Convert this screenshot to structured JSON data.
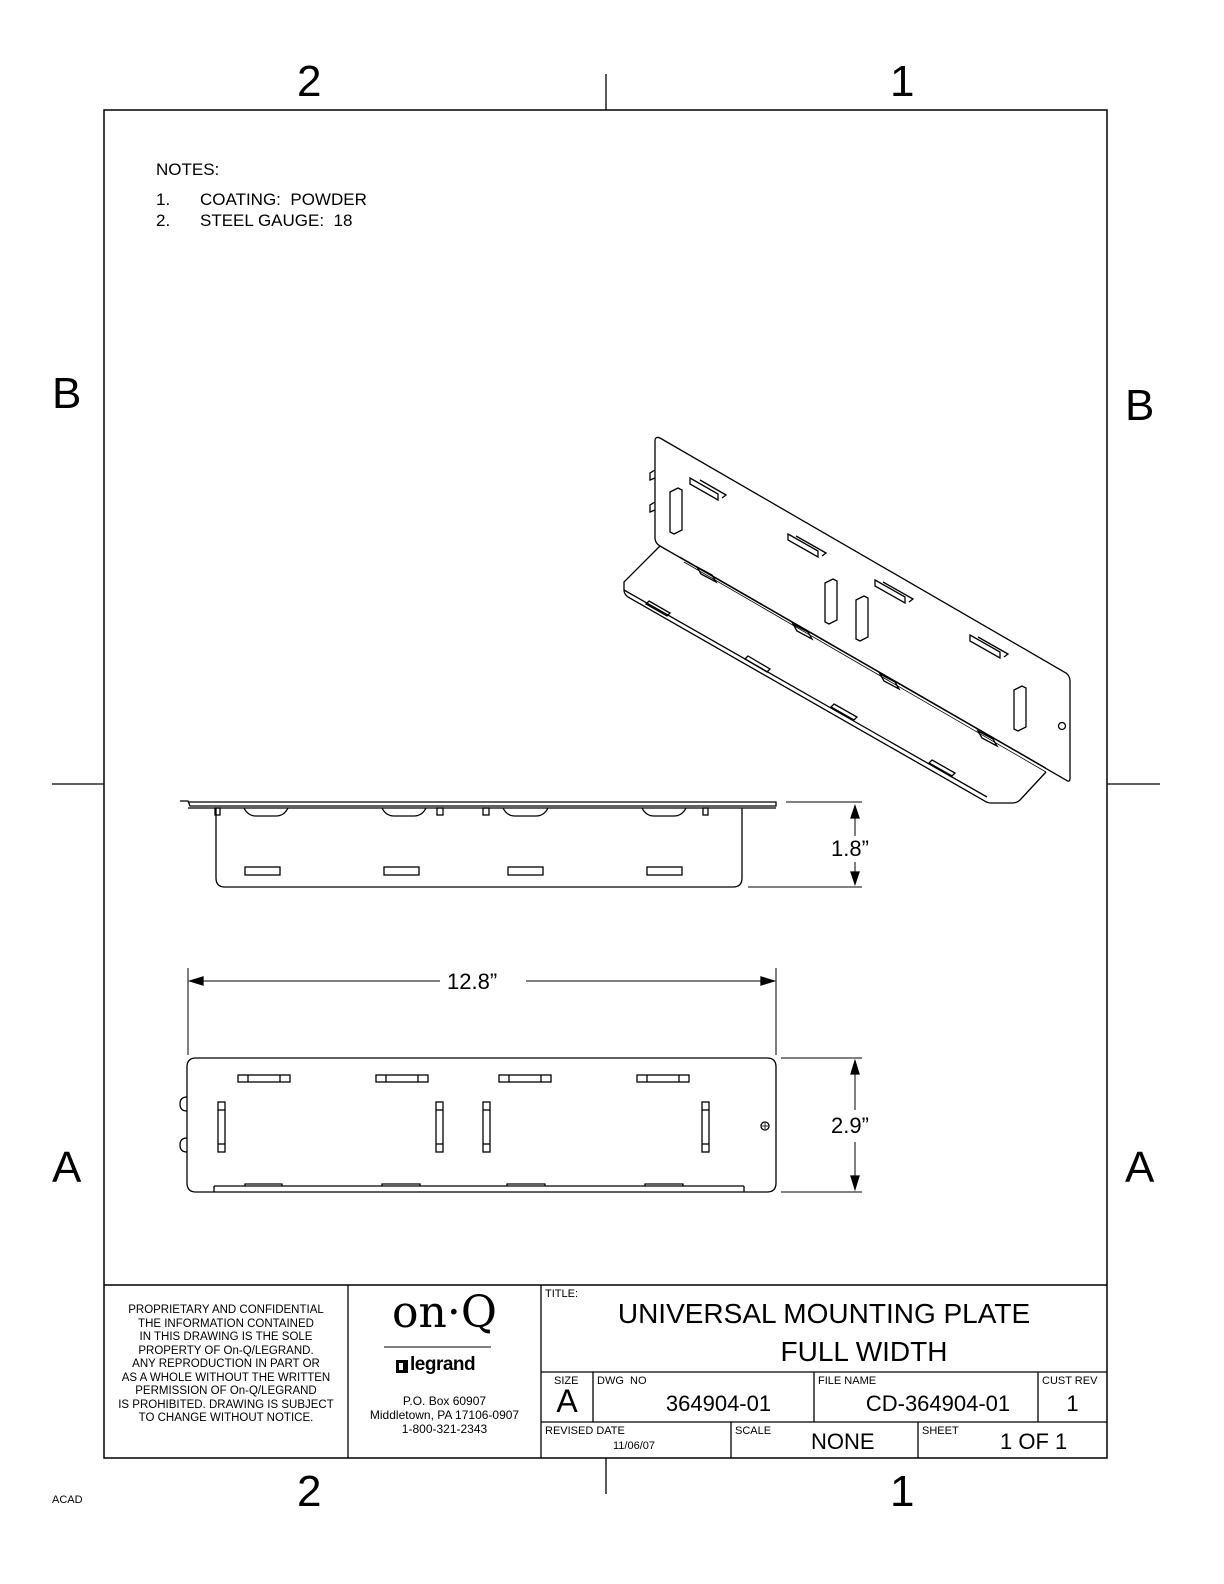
{
  "zones": {
    "top_left": "2",
    "top_right": "1",
    "bottom_left": "2",
    "bottom_right": "1",
    "left_upper": "B",
    "left_lower": "A",
    "right_upper": "B",
    "right_lower": "A"
  },
  "notes": {
    "heading": "NOTES:",
    "items": [
      {
        "num": "1.",
        "text": "COATING:  POWDER"
      },
      {
        "num": "2.",
        "text": "STEEL GAUGE:  18"
      }
    ]
  },
  "dimensions": {
    "height": "1.8”",
    "width": "12.8”",
    "depth": "2.9”"
  },
  "title_block": {
    "proprietary_lines": [
      "PROPRIETARY AND CONFIDENTIAL",
      "THE INFORMATION CONTAINED",
      "IN THIS DRAWING IS THE SOLE",
      "PROPERTY OF On-Q/LEGRAND.",
      "ANY REPRODUCTION IN PART OR",
      "AS A WHOLE WITHOUT THE WRITTEN",
      "PERMISSION OF On-Q/LEGRAND",
      "IS PROHIBITED. DRAWING IS SUBJECT",
      "TO CHANGE WITHOUT NOTICE."
    ],
    "logo_onq": "on·Q",
    "logo_legrand": "legrand",
    "address_lines": [
      "P.O. Box 60907",
      "Middletown, PA  17106-0907",
      "1-800-321-2343"
    ],
    "title_label": "TITLE:",
    "title_line1": "UNIVERSAL MOUNTING PLATE",
    "title_line2": "FULL WIDTH",
    "size_label": "SIZE",
    "size_value": "A",
    "dwg_no_label": "DWG  NO",
    "dwg_no_value": "364904-01",
    "file_name_label": "FILE NAME",
    "file_name_value": "CD-364904-01",
    "cust_rev_label": "CUST REV",
    "cust_rev_value": "1",
    "revised_date_label": "REVISED DATE",
    "revised_date_value": "11/06/07",
    "scale_label": "SCALE",
    "scale_value": "NONE",
    "sheet_label": "SHEET",
    "sheet_value": "1 OF 1"
  },
  "footer": {
    "acad": "ACAD"
  }
}
